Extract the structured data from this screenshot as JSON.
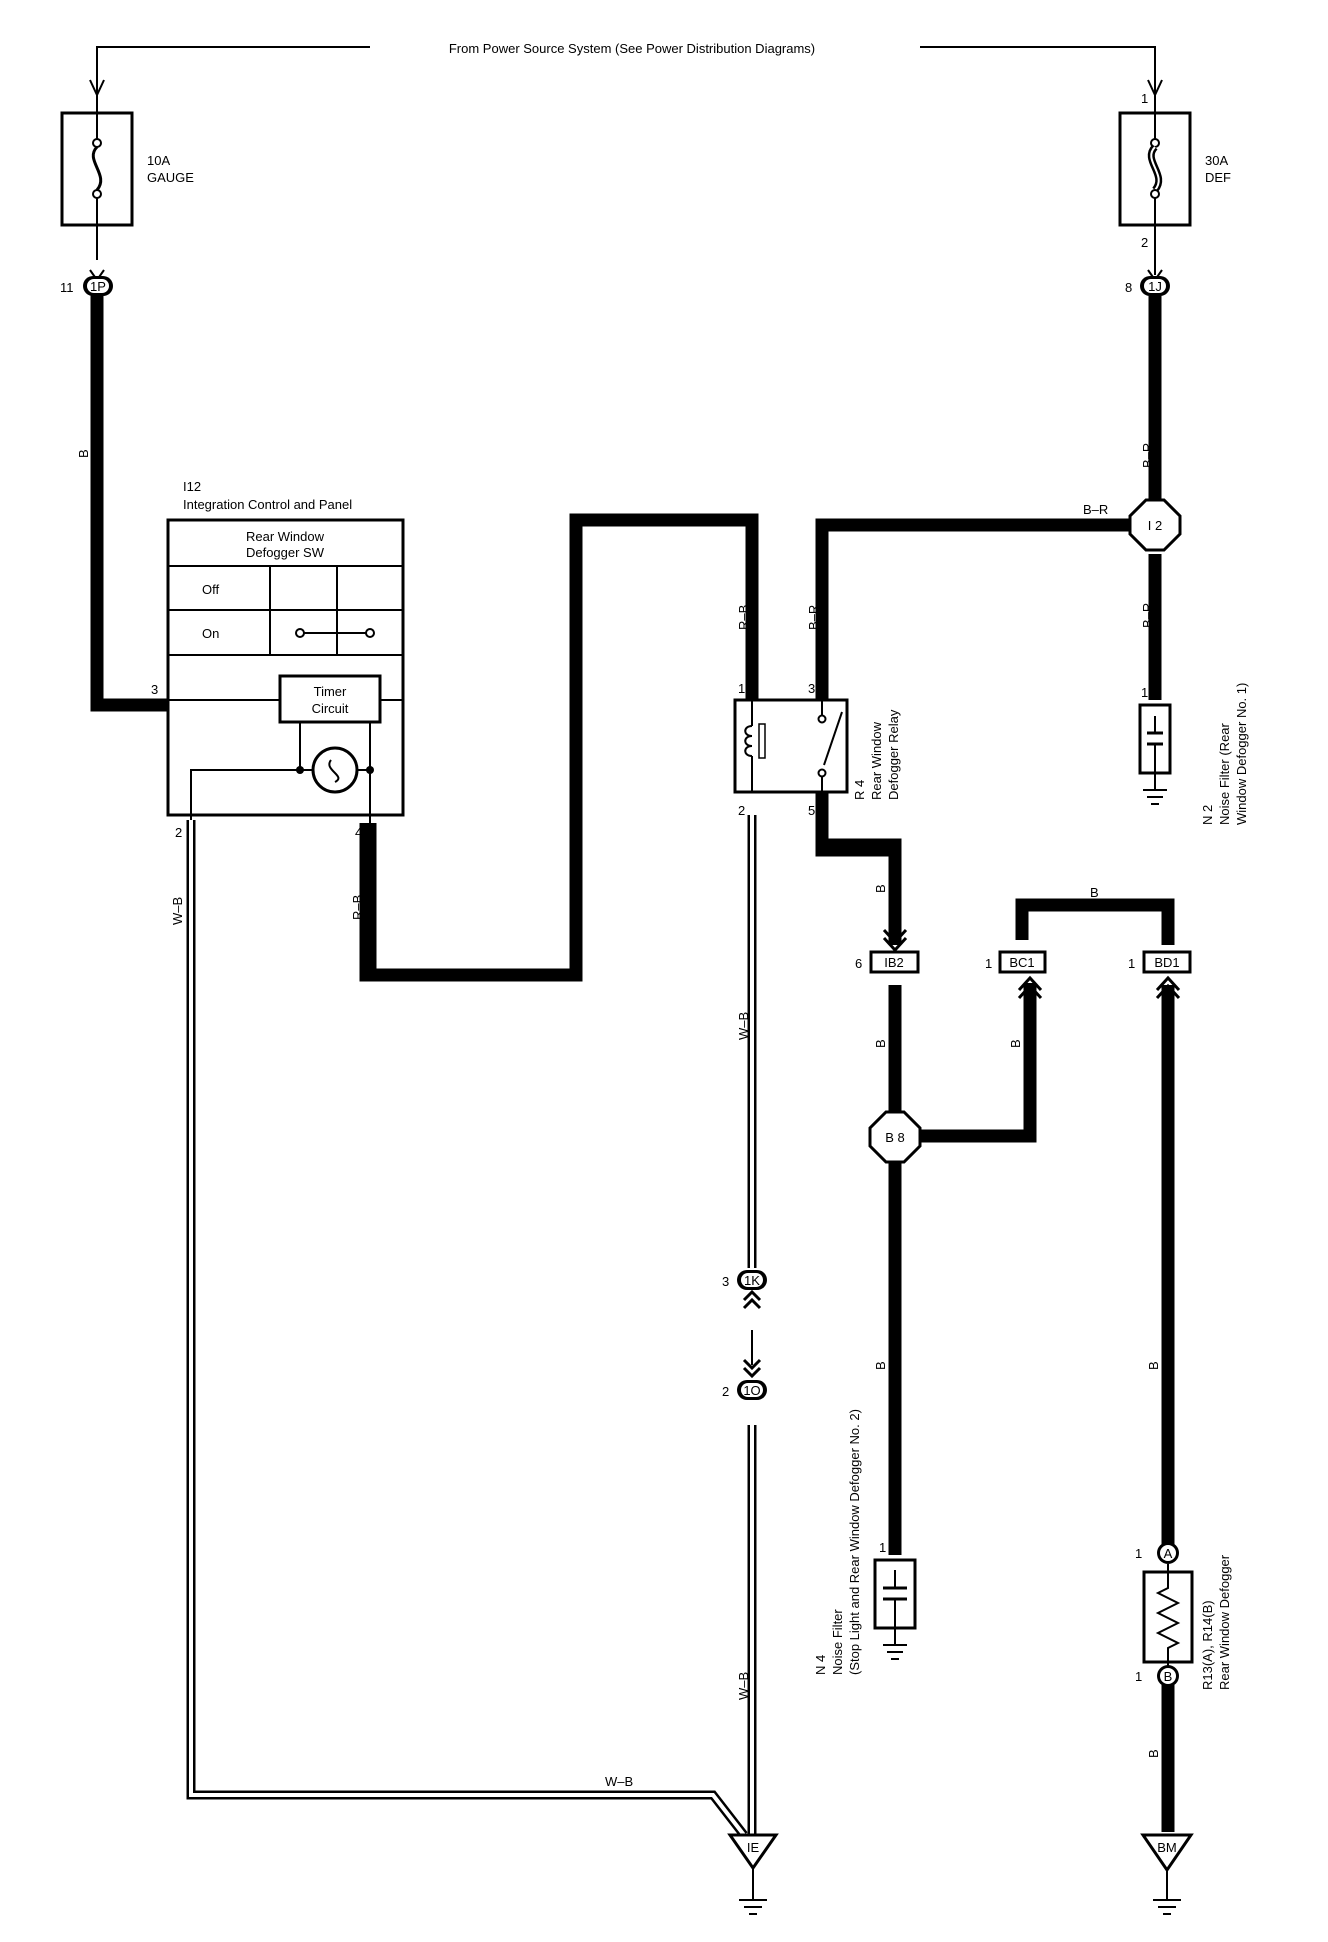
{
  "header": {
    "power_source": "From Power Source System (See Power Distribution Diagrams)"
  },
  "fuses": {
    "gauge": {
      "label_line1": "10A",
      "label_line2": "GAUGE"
    },
    "def": {
      "label_line1": "30A",
      "label_line2": "DEF",
      "pin_top": "1",
      "pin_bottom": "2"
    }
  },
  "connectors": {
    "c1P": {
      "name": "1P",
      "pin": "11"
    },
    "c1J": {
      "name": "1J",
      "pin": "8"
    },
    "cIB2": {
      "name": "IB2",
      "pin": "6"
    },
    "cBC1": {
      "name": "BC1",
      "pin": "1"
    },
    "cBD1": {
      "name": "BD1",
      "pin": "1"
    },
    "c1K": {
      "name": "1K",
      "pin": "3"
    },
    "c1O": {
      "name": "1O",
      "pin": "2"
    }
  },
  "junctions": {
    "i2": "I 2",
    "b8": "B 8"
  },
  "grounds": {
    "ie": "IE",
    "bm": "BM"
  },
  "panel": {
    "id": "I12",
    "name": "Integration Control and Panel",
    "switch_title_line1": "Rear Window",
    "switch_title_line2": "Defogger SW",
    "off": "Off",
    "on": "On",
    "timer_line1": "Timer",
    "timer_line2": "Circuit",
    "pin3": "3",
    "pin2": "2",
    "pin4": "4"
  },
  "relay": {
    "id": "R 4",
    "name_line1": "Rear Window",
    "name_line2": "Defogger Relay",
    "pin1": "1",
    "pin2": "2",
    "pin3": "3",
    "pin5": "5"
  },
  "noise_filter_1": {
    "id": "N 2",
    "line1": "Noise Filter (Rear",
    "line2": "Window Defogger No. 1)",
    "pin": "1"
  },
  "noise_filter_2": {
    "id": "N 4",
    "line1": "Noise Filter",
    "line2": "(Stop Light and Rear Window Defogger No. 2)",
    "pin": "1"
  },
  "defogger": {
    "line1": "R13(A), R14(B)",
    "line2": "Rear Window Defogger",
    "pin_a_num": "1",
    "pin_a": "A",
    "pin_b_num": "1",
    "pin_b": "B"
  },
  "wire_colors": {
    "b": "B",
    "br": "B–R",
    "rb": "R–B",
    "wb": "W–B"
  }
}
